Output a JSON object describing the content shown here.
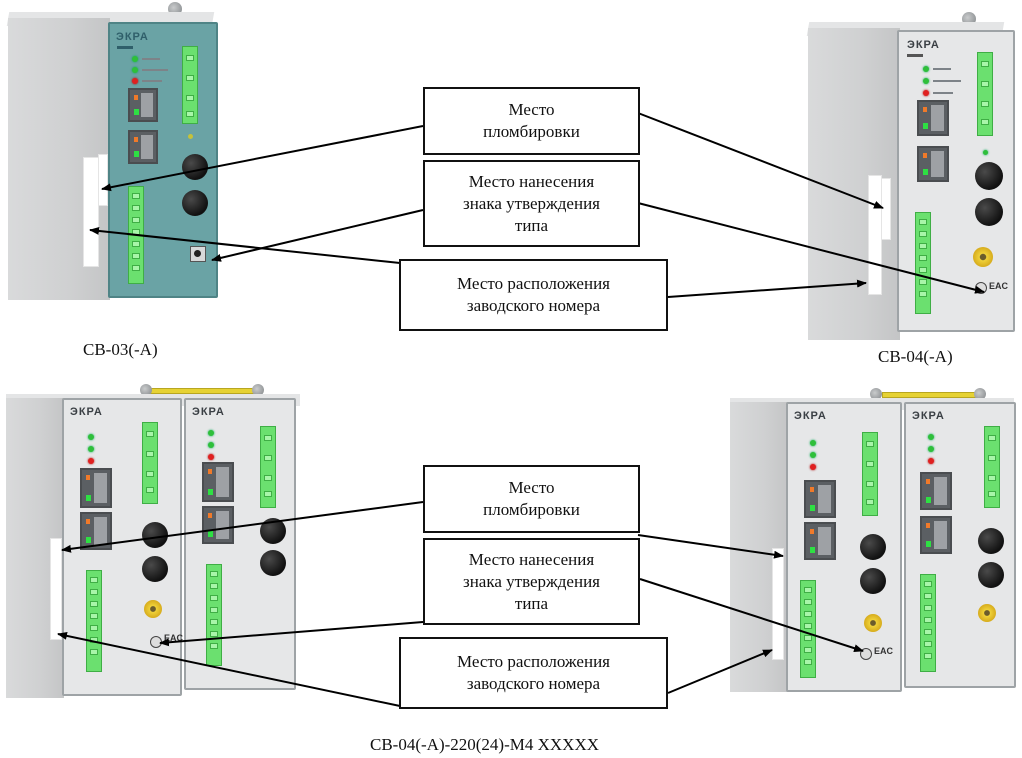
{
  "figure": {
    "top_left_caption": "СВ-03(-A)",
    "top_right_caption": "СВ-04(-A)",
    "bottom_caption": "СВ-04(-A)-220(24)-M4 XXXXX"
  },
  "callouts": {
    "top": {
      "sealing": "Место\nпломбировки",
      "approval_mark": "Место нанесения\nзнака утверждения\nтипа",
      "serial_number": "Место расположения\nзаводского номера"
    },
    "bottom": {
      "sealing": "Место\nпломбировки",
      "approval_mark": "Место нанесения\nзнака утверждения\nтипа",
      "serial_number": "Место расположения\nзаводского номера"
    }
  },
  "devices": {
    "brand": "ЭКРА",
    "certification_mark": "EAC"
  },
  "colors": {
    "cb03_panel": "#6aa3a5",
    "cb04_panel": "#e6e7e8",
    "terminal_green": "#6be06f",
    "led_green": "#2fbf3a",
    "led_red": "#e02020",
    "coax_yellow": "#f0d23a",
    "arrow": "#000000"
  }
}
